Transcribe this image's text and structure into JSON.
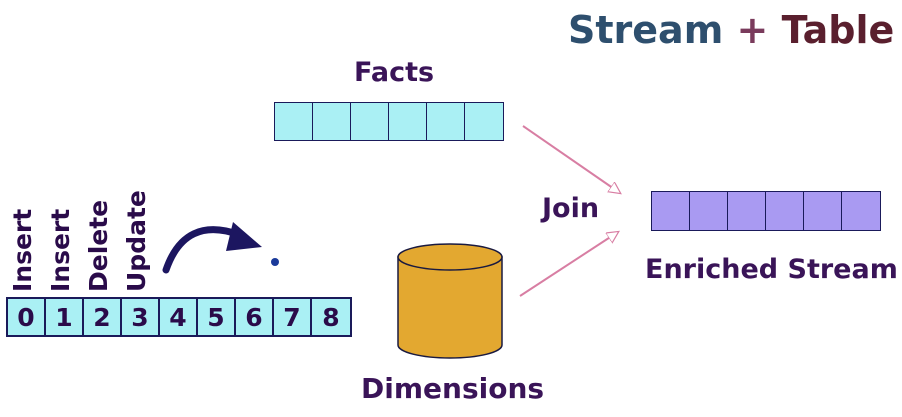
{
  "title": {
    "stream": "Stream",
    "plus": "+",
    "table": "Table"
  },
  "labels": {
    "facts": "Facts",
    "join": "Join",
    "enriched": "Enriched Stream",
    "dimensions": "Dimensions"
  },
  "log": {
    "offsets": [
      "0",
      "1",
      "2",
      "3",
      "4",
      "5",
      "6",
      "7",
      "8"
    ],
    "operations": [
      "Insert",
      "Insert",
      "Delete",
      "Update"
    ]
  },
  "facts_cells": 6,
  "enriched_cells": 6,
  "colors": {
    "cyan_cell": "#aaf0f4",
    "purple_cell": "#a99af2",
    "cylinder": "#e3a830",
    "arrow": "#f0a6c4",
    "curve_arrow": "#1c1660"
  }
}
